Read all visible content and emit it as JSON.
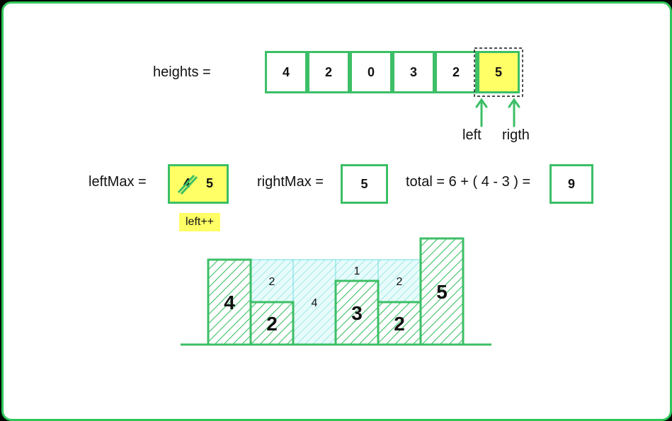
{
  "heights_label": "heights =",
  "heights": [
    "4",
    "2",
    "0",
    "3",
    "2",
    "5"
  ],
  "pointers": {
    "left": "left",
    "right": "rigth"
  },
  "left_max": {
    "label": "leftMax =",
    "old_value": "4",
    "value": "5",
    "note": "left++"
  },
  "right_max": {
    "label": "rightMax =",
    "value": "5"
  },
  "total": {
    "label": "total =  6 + ( 4 - 3 ) =",
    "value": "9"
  },
  "bars": [
    {
      "height": 4,
      "label": "4"
    },
    {
      "height": 2,
      "label": "2"
    },
    {
      "height": 0,
      "label": ""
    },
    {
      "height": 3,
      "label": "3"
    },
    {
      "height": 2,
      "label": "2"
    },
    {
      "height": 5,
      "label": "5"
    }
  ],
  "water": [
    {
      "label": "2"
    },
    {
      "label": "4"
    },
    {
      "label": "1"
    },
    {
      "label": "2"
    }
  ],
  "colors": {
    "green": "#3cbf66",
    "frame": "#2ec55b",
    "yellow": "#ffff66",
    "water": "#6fdede"
  }
}
